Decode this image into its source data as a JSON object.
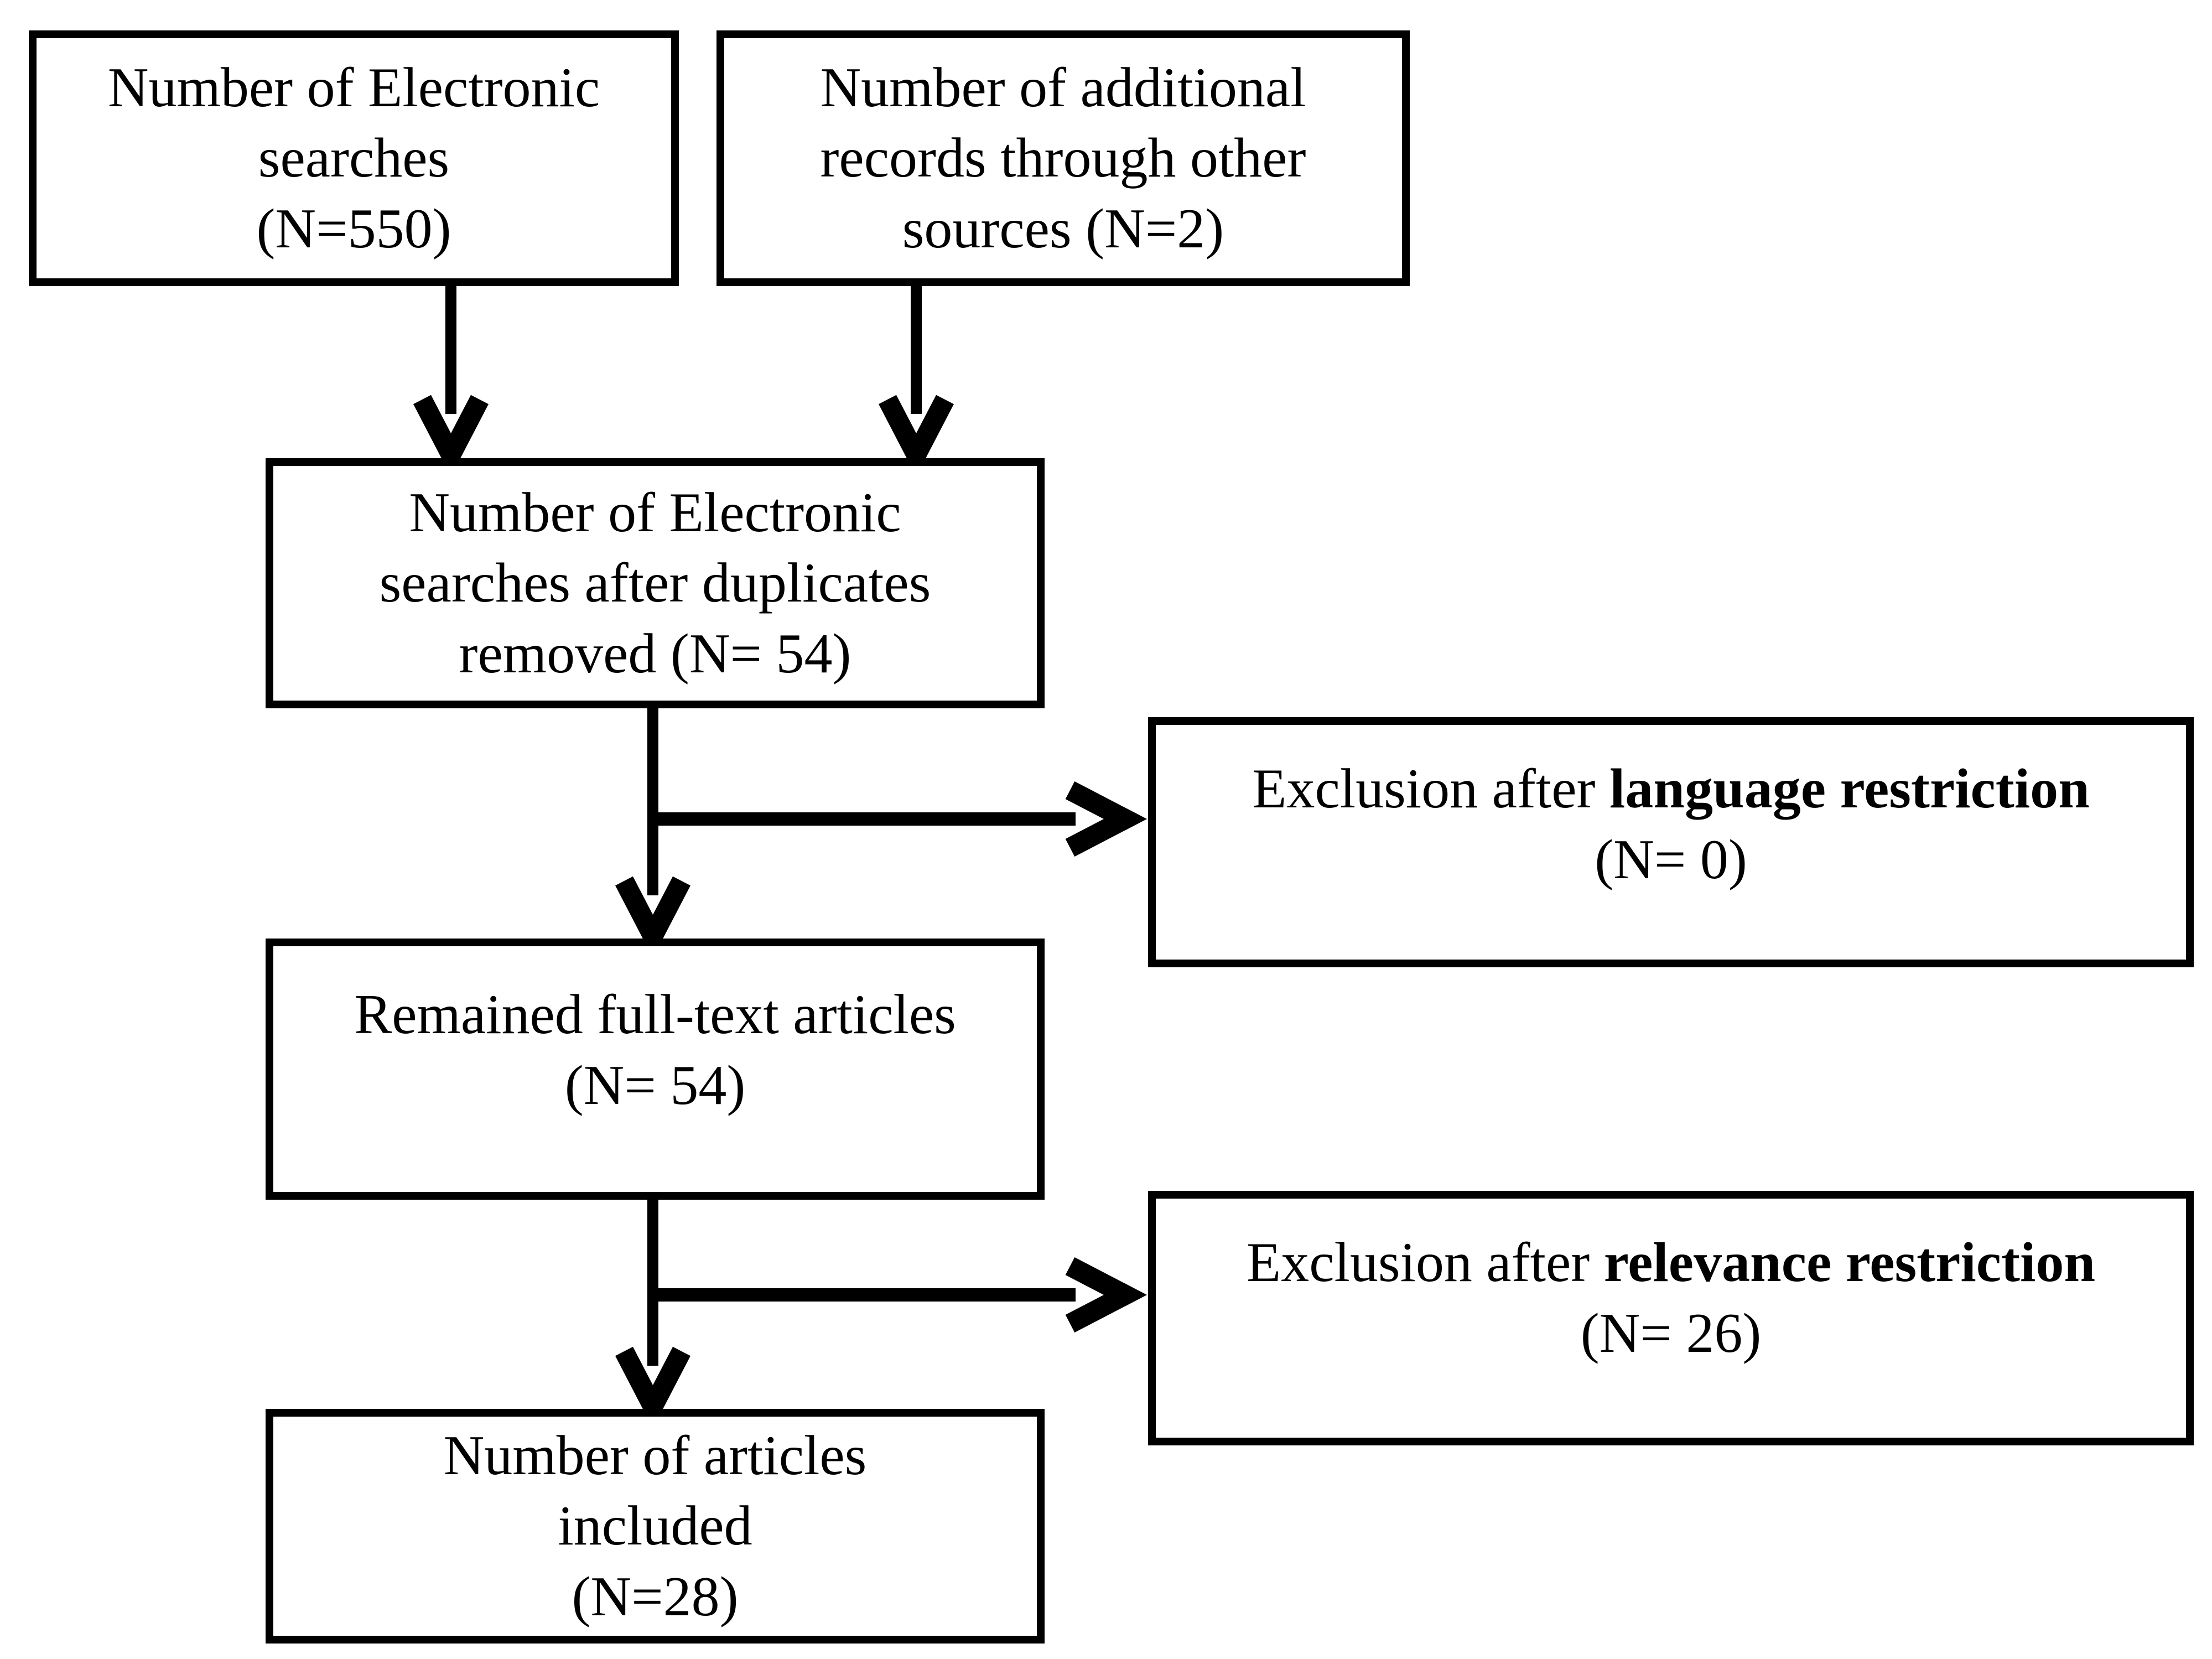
{
  "page": {
    "background_color": "#ffffff",
    "ink_color": "#000000"
  },
  "diagram": {
    "type": "prisma-flowchart",
    "nodes": {
      "electronic_searches": {
        "lines": [
          "Number of Electronic",
          "searches",
          "(N=550)"
        ]
      },
      "additional_records": {
        "lines": [
          "Number of additional",
          "records through other",
          "sources (N=2)"
        ]
      },
      "after_duplicates": {
        "lines": [
          "Number of Electronic",
          "searches after duplicates",
          "removed (N= 54)"
        ]
      },
      "exclusion_language": {
        "prefix": "Exclusion after ",
        "emphasis": "language restriction",
        "count": "(N= 0)"
      },
      "full_text": {
        "lines": [
          "Remained full-text articles",
          "(N= 54)"
        ]
      },
      "exclusion_relevance": {
        "prefix": "Exclusion after ",
        "emphasis": "relevance restriction",
        "count": "(N= 26)"
      },
      "included": {
        "lines": [
          "Number of articles",
          "included",
          "(N=28)"
        ]
      }
    }
  }
}
